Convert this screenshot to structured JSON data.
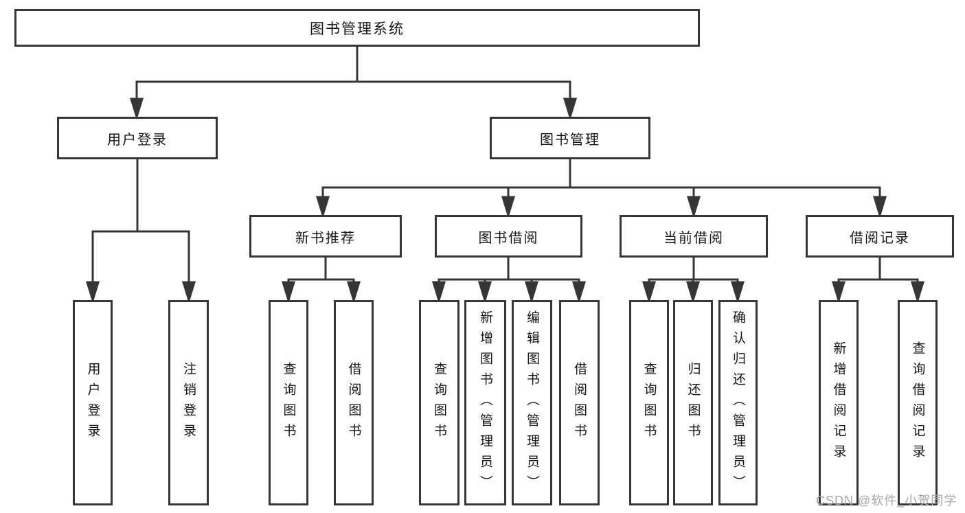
{
  "diagram": {
    "title": "图书管理系统",
    "tree": {
      "root": {
        "label": "图书管理系统"
      },
      "branches": [
        {
          "label": "用户登录",
          "children": [
            {
              "label": "用户登录"
            },
            {
              "label": "注销登录"
            }
          ]
        },
        {
          "label": "图书管理",
          "children": [
            {
              "label": "新书推荐",
              "children": [
                {
                  "label": "查询图书"
                },
                {
                  "label": "借阅图书"
                }
              ]
            },
            {
              "label": "图书借阅",
              "children": [
                {
                  "label": "查询图书"
                },
                {
                  "label": "新增图书（管理员）"
                },
                {
                  "label": "编辑图书（管理员）"
                },
                {
                  "label": "借阅图书"
                }
              ]
            },
            {
              "label": "当前借阅",
              "children": [
                {
                  "label": "查询图书"
                },
                {
                  "label": "归还图书"
                },
                {
                  "label": "确认归还（管理员）"
                }
              ]
            },
            {
              "label": "借阅记录",
              "children": [
                {
                  "label": "新增借阅记录"
                },
                {
                  "label": "查询借阅记录"
                }
              ]
            }
          ]
        }
      ]
    },
    "colors": {
      "line": "#363636",
      "text": "#151515",
      "background": "#ffffff",
      "watermark": "#a5a5a5"
    }
  },
  "watermark": {
    "text": "CSDN @软件_小贺同学"
  }
}
